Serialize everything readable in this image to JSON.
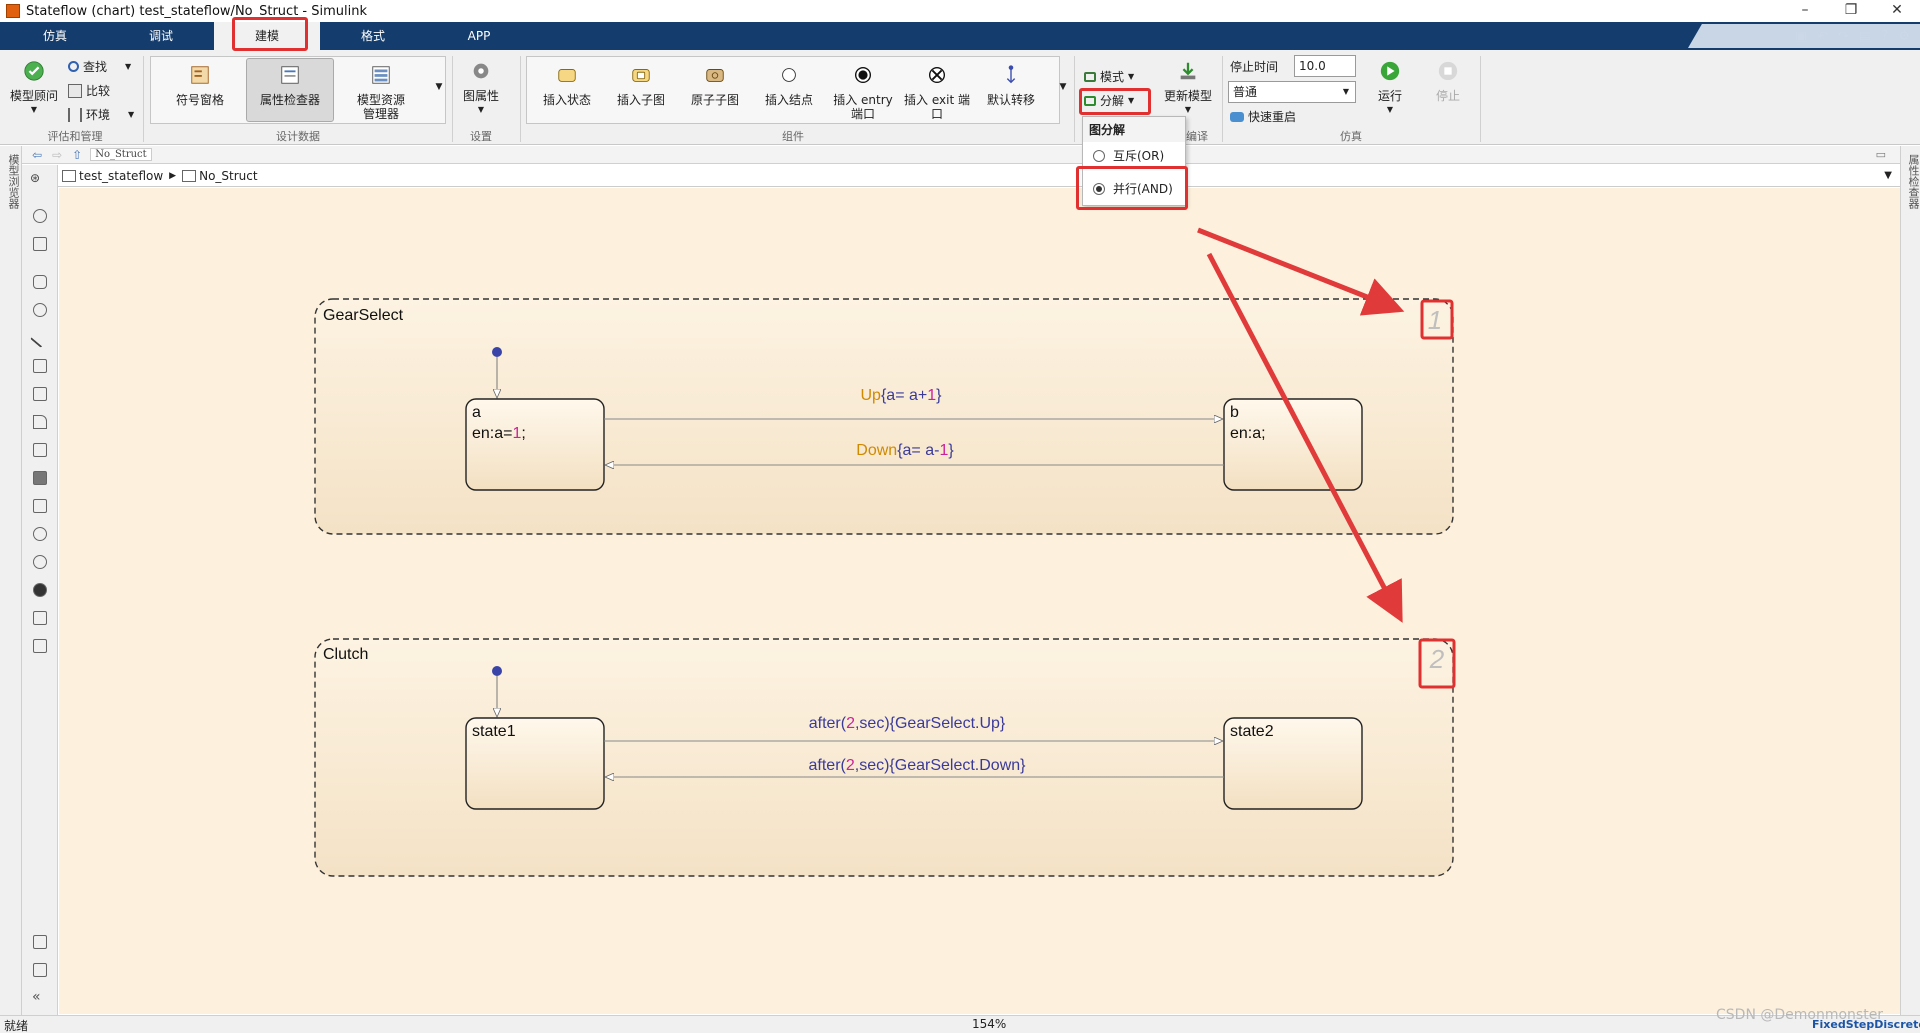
{
  "window": {
    "title": "Stateflow (chart) test_stateflow/No_Struct - Simulink",
    "controls": [
      "–",
      "❐",
      "✕"
    ]
  },
  "tabs": [
    {
      "label": "仿真"
    },
    {
      "label": "调试"
    },
    {
      "label": "建模"
    },
    {
      "label": "格式"
    },
    {
      "label": "APP"
    }
  ],
  "ribbon": {
    "groups": {
      "evaluate": "评估和管理",
      "design_data": "设计数据",
      "settings": "设置",
      "components": "组件",
      "compile": "编译",
      "simulate": "仿真"
    },
    "model_advisor": "模型顾问",
    "find": "查找",
    "compare": "比较",
    "environment": "环境",
    "symbol_pane": "符号窗格",
    "property_inspector": "属性检查器",
    "model_explorer_l1": "模型资源",
    "model_explorer_l2": "管理器",
    "chart_properties": "图属性",
    "insert_state": "插入状态",
    "insert_subchart": "插入子图",
    "atomic_subchart": "原子子图",
    "insert_junction": "插入结点",
    "insert_entry_l1": "插入 entry",
    "insert_entry_l2": "端口",
    "insert_exit_l1": "插入 exit 端",
    "insert_exit_l2": "口",
    "default_transition": "默认转移",
    "mode": "模式",
    "decomposition": "分解",
    "update_model": "更新模型",
    "stop_time_label": "停止时间",
    "stop_time_value": "10.0",
    "sim_mode": "普通",
    "fast_restart": "快速重启",
    "run": "运行",
    "stop": "停止"
  },
  "decomposition_menu": {
    "header": "图分解",
    "options": [
      {
        "label": "互斥(OR)",
        "selected": false
      },
      {
        "label": "并行(AND)",
        "selected": true
      }
    ]
  },
  "address": {
    "current": "No_Struct"
  },
  "breadcrumb": {
    "model": "test_stateflow",
    "chart": "No_Struct"
  },
  "side_panels": {
    "left": "模型浏览器",
    "right": "属性检查器"
  },
  "chart": {
    "parallel_states": [
      {
        "name": "GearSelect",
        "order": "1",
        "substates": [
          {
            "name": "a",
            "action_prefix": "en:a=",
            "action_value": "1",
            "action_suffix": ";"
          },
          {
            "name": "b",
            "action_prefix": "en:a;",
            "action_value": "",
            "action_suffix": ""
          }
        ],
        "transitions": [
          {
            "event": "Up",
            "action_pre": "{a= a+",
            "action_num": "1",
            "action_post": "}"
          },
          {
            "event": "Down",
            "action_pre": "{a= a-",
            "action_num": "1",
            "action_post": "}"
          }
        ]
      },
      {
        "name": "Clutch",
        "order": "2",
        "substates": [
          {
            "name": "state1"
          },
          {
            "name": "state2"
          }
        ],
        "transitions": [
          {
            "pre": "after(",
            "num": "2",
            "post": ",sec){GearSelect.Up}"
          },
          {
            "pre": "after(",
            "num": "2",
            "post": ",sec){GearSelect.Down}"
          }
        ]
      }
    ]
  },
  "status": {
    "left": "就绪",
    "zoom": "154%",
    "solver": "FixedStepDiscrete"
  },
  "watermark": "CSDN @Demonmonster",
  "colors": {
    "tab_bar": "#143d6e",
    "event_text": "#d08a00",
    "action_text": "#3a3a9a",
    "number_text": "#cc2299",
    "highlight": "#e03030",
    "canvas": "#fdf1dd"
  }
}
